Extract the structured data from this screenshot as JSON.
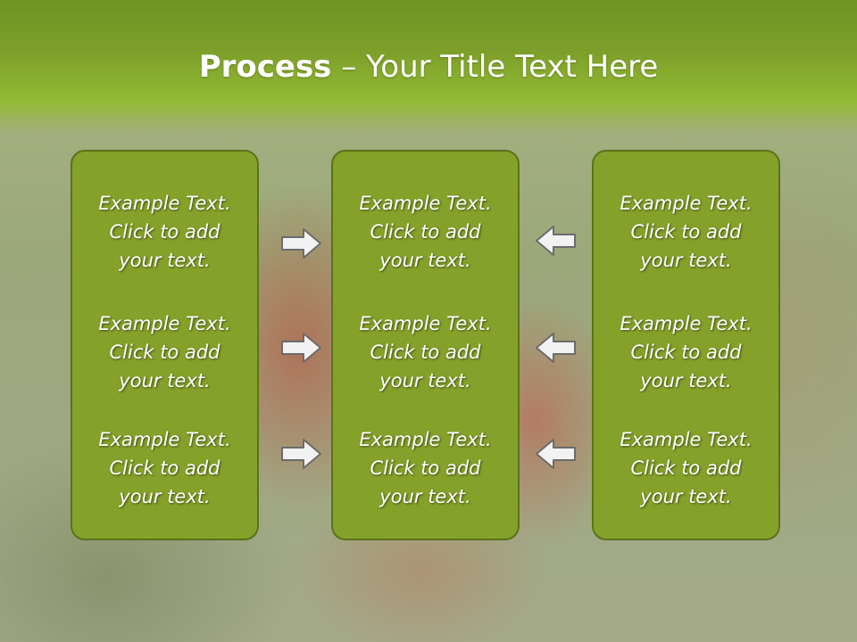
{
  "slide": {
    "title_bold": "Process",
    "title_rest": " – Your Title Text Here"
  },
  "columns": [
    {
      "items": [
        {
          "line1": "Example Text.",
          "line2": "Click  to add",
          "line3": "your text."
        },
        {
          "line1": "Example Text.",
          "line2": "Click  to add",
          "line3": "your text."
        },
        {
          "line1": "Example Text.",
          "line2": "Click  to add",
          "line3": "your text."
        }
      ]
    },
    {
      "items": [
        {
          "line1": "Example Text.",
          "line2": "Click  to add",
          "line3": "your text."
        },
        {
          "line1": "Example Text.",
          "line2": "Click  to add",
          "line3": "your text."
        },
        {
          "line1": "Example Text.",
          "line2": "Click  to add",
          "line3": "your text."
        }
      ]
    },
    {
      "items": [
        {
          "line1": "Example Text.",
          "line2": "Click  to add",
          "line3": "your text."
        },
        {
          "line1": "Example Text.",
          "line2": "Click  to add",
          "line3": "your text."
        },
        {
          "line1": "Example Text.",
          "line2": "Click  to add",
          "line3": "your text."
        }
      ]
    }
  ],
  "arrows": {
    "left_side": "arrow-right-icon",
    "right_side": "arrow-left-icon"
  },
  "colors": {
    "panel_fill": "#84a12a",
    "panel_border": "#5a731a",
    "header": "#7ea02a",
    "text": "#ffffff"
  }
}
